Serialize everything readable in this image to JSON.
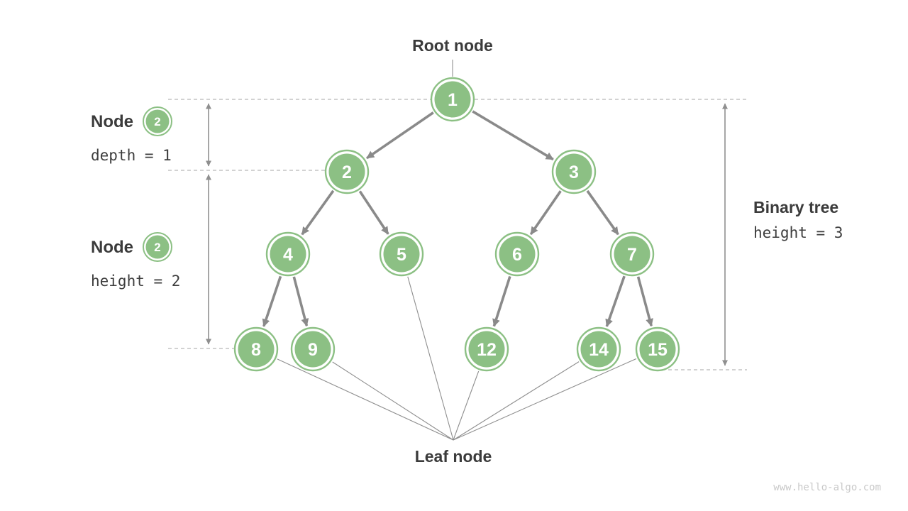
{
  "labels": {
    "root": "Root node",
    "leaf": "Leaf node",
    "watermark": "www.hello-algo.com"
  },
  "annotations": {
    "depth": {
      "title": "Node",
      "badge": "2",
      "metric": "depth = 1"
    },
    "height": {
      "title": "Node",
      "badge": "2",
      "metric": "height = 2"
    },
    "tree": {
      "title": "Binary tree",
      "metric": "height = 3"
    }
  },
  "tree": {
    "nodes": [
      {
        "value": "1"
      },
      {
        "value": "2"
      },
      {
        "value": "3"
      },
      {
        "value": "4"
      },
      {
        "value": "5"
      },
      {
        "value": "6"
      },
      {
        "value": "7"
      },
      {
        "value": "8"
      },
      {
        "value": "9"
      },
      {
        "value": "12"
      },
      {
        "value": "14"
      },
      {
        "value": "15"
      }
    ],
    "edges": [
      [
        "1",
        "2"
      ],
      [
        "1",
        "3"
      ],
      [
        "2",
        "4"
      ],
      [
        "2",
        "5"
      ],
      [
        "3",
        "6"
      ],
      [
        "3",
        "7"
      ],
      [
        "4",
        "8"
      ],
      [
        "4",
        "9"
      ],
      [
        "6",
        "12"
      ],
      [
        "7",
        "14"
      ],
      [
        "7",
        "15"
      ]
    ],
    "leaves": [
      "5",
      "8",
      "9",
      "12",
      "14",
      "15"
    ]
  },
  "colors": {
    "node_fill": "#8cc084",
    "node_ring": "#8cc084",
    "node_text": "#ffffff",
    "edge_gray": "#8a8a8a",
    "dashed_gray": "#b8b8b8",
    "label_text": "#3b3b3b",
    "watermark_gray": "#c9c9c9"
  }
}
